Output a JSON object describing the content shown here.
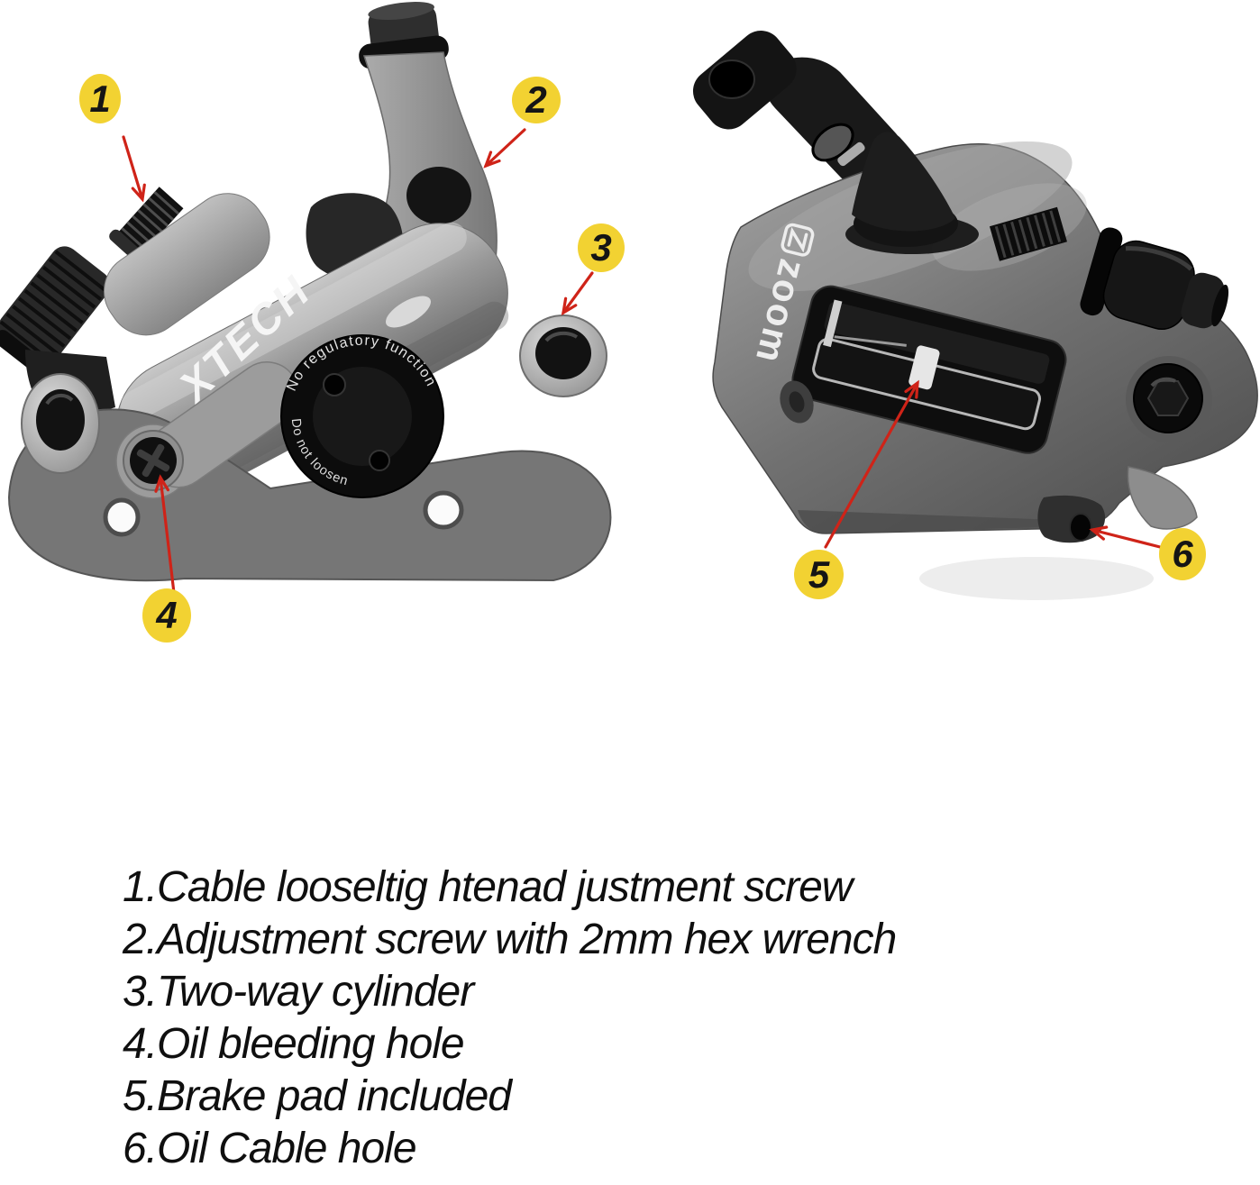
{
  "colors": {
    "background": "#FFFFFF",
    "callout_fill": "#F2D232",
    "callout_number": "#151515",
    "arrow_red": "#CF2318",
    "legend_text": "#0F0F0F",
    "caliper_light_gray": "#9A9A9A",
    "caliper_dark_gray": "#6E6E6E",
    "bracket_gray": "#767676",
    "part_black": "#161616",
    "logo_white": "#F2F2F2"
  },
  "left_caliper": {
    "brand_logo": "XTECH",
    "dial_text_top": "No regulatory function",
    "dial_text_bottom": "Do not loosen"
  },
  "right_caliper": {
    "brand_logo": "zoom"
  },
  "callouts": [
    {
      "number": "1"
    },
    {
      "number": "2"
    },
    {
      "number": "3"
    },
    {
      "number": "4"
    },
    {
      "number": "5"
    },
    {
      "number": "6"
    }
  ],
  "legend": {
    "items": [
      "1.Cable looseltig htenad justment screw",
      "2.Adjustment screw with 2mm hex wrench",
      "3.Two-way cylinder",
      "4.Oil bleeding hole",
      "5.Brake pad included",
      "6.Oil Cable hole"
    ]
  }
}
